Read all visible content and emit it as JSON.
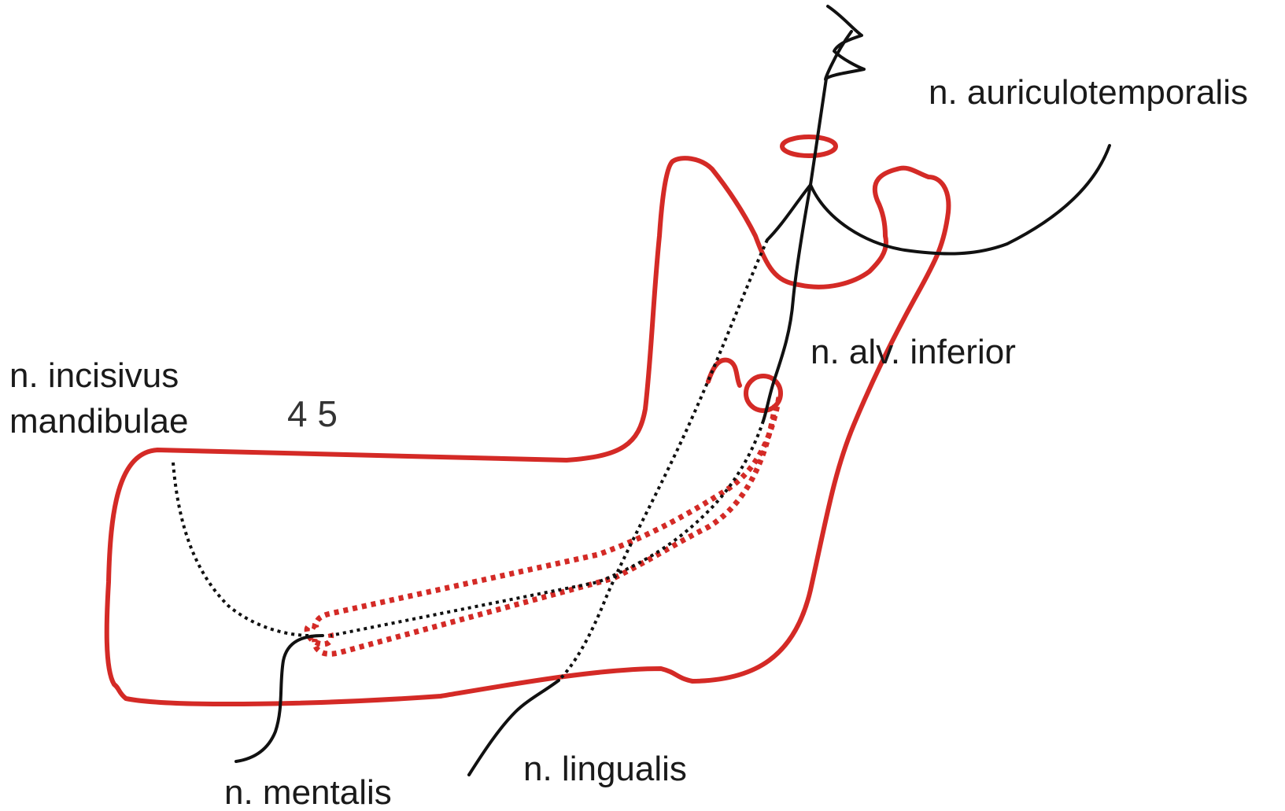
{
  "labels": {
    "auriculotemporalis": "n. auriculotemporalis",
    "alv_inferior": "n. alv. inferior",
    "incisivus_line1": "n. incisivus",
    "incisivus_line2": "mandibulae",
    "teeth": "4 5",
    "mentalis": "n. mentalis",
    "lingualis": "n. lingualis"
  },
  "colors": {
    "bone": "#d42a26",
    "nerve": "#111111",
    "text": "#1a1a1a"
  }
}
